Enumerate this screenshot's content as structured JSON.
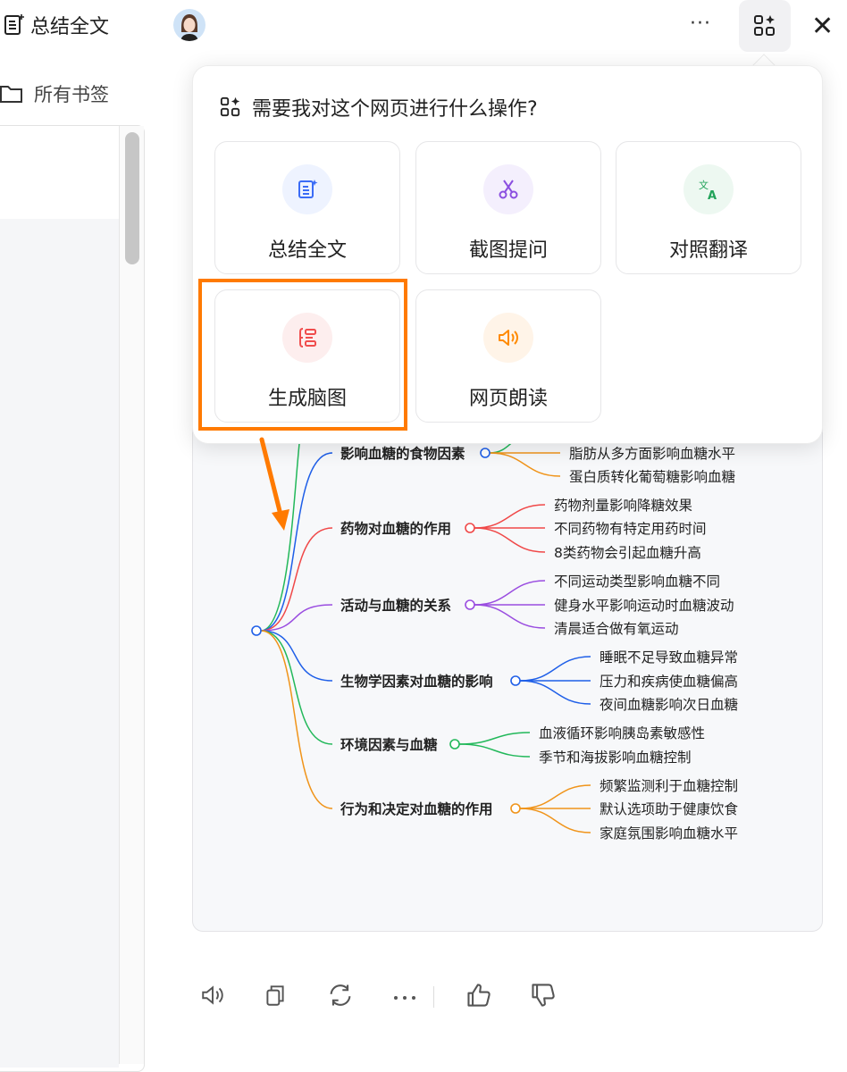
{
  "sidebar": {
    "title": "总结全文",
    "bookmarks": "所有书签"
  },
  "header": {
    "more": "···",
    "avatar": "assistant-avatar"
  },
  "popup": {
    "title": "需要我对这个网页进行什么操作?",
    "actions": [
      {
        "label": "总结全文",
        "icon": "summary-icon",
        "color": "#3b6cf6",
        "bg": "#eef3ff"
      },
      {
        "label": "截图提问",
        "icon": "scissors-icon",
        "color": "#8b4fe0",
        "bg": "#f4effd"
      },
      {
        "label": "对照翻译",
        "icon": "translate-icon",
        "color": "#22a35a",
        "bg": "#edf8f1"
      },
      {
        "label": "生成脑图",
        "icon": "mindmap-icon",
        "color": "#f04d4d",
        "bg": "#fdeeee"
      },
      {
        "label": "网页朗读",
        "icon": "speaker-icon",
        "color": "#ff8a00",
        "bg": "#fff4e8"
      }
    ]
  },
  "mindmap": {
    "branches": [
      {
        "label": "影响血糖的食物因素",
        "color": "#1f5fe8",
        "children": [
          {
            "text": "脂肪从多方面影响血糖水平",
            "color": "#f0941a"
          },
          {
            "text": "蛋白质转化葡萄糖影响血糖",
            "color": "#f0941a"
          }
        ]
      },
      {
        "label": "药物对血糖的作用",
        "color": "#f04848",
        "children": [
          {
            "text": "药物剂量影响降糖效果"
          },
          {
            "text": "不同药物有特定用药时间"
          },
          {
            "text": "8类药物会引起血糖升高"
          }
        ]
      },
      {
        "label": "活动与血糖的关系",
        "color": "#9a4de0",
        "children": [
          {
            "text": "不同运动类型影响血糖不同"
          },
          {
            "text": "健身水平影响运动时血糖波动"
          },
          {
            "text": "清晨适合做有氧运动"
          }
        ]
      },
      {
        "label": "生物学因素对血糖的影响",
        "color": "#1f5fe8",
        "children": [
          {
            "text": "睡眠不足导致血糖异常"
          },
          {
            "text": "压力和疾病使血糖偏高"
          },
          {
            "text": "夜间血糖影响次日血糖"
          }
        ]
      },
      {
        "label": "环境因素与血糖",
        "color": "#22b85a",
        "children": [
          {
            "text": "血液循环影响胰岛素敏感性"
          },
          {
            "text": "季节和海拔影响血糖控制"
          }
        ]
      },
      {
        "label": "行为和决定对血糖的作用",
        "color": "#f0941a",
        "children": [
          {
            "text": "频繁监测利于血糖控制"
          },
          {
            "text": "默认选项助于健康饮食"
          },
          {
            "text": "家庭氛围影响血糖水平"
          }
        ]
      }
    ]
  },
  "toolbar": [
    "speaker-icon",
    "copy-icon",
    "refresh-icon",
    "more-icon",
    "thumbs-up-icon",
    "thumbs-down-icon"
  ],
  "colors": {
    "highlight": "#ff7a00"
  }
}
